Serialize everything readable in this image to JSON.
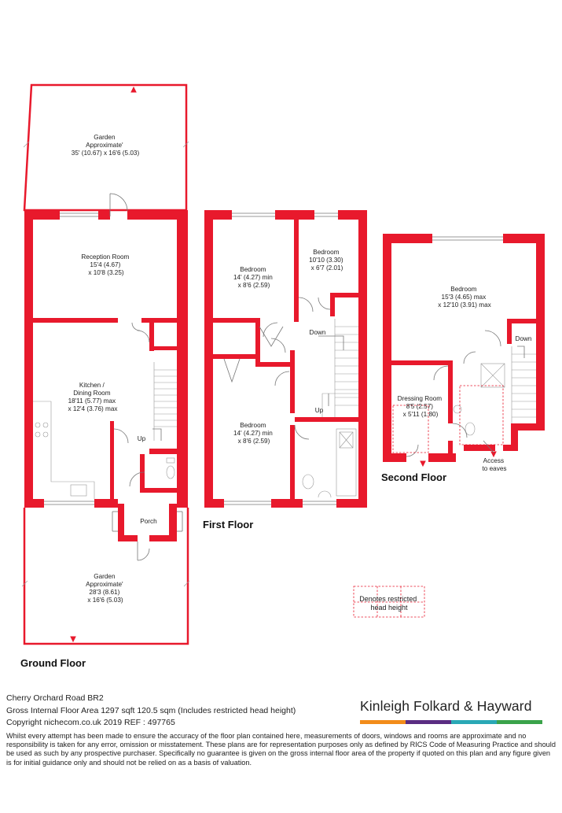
{
  "floors": {
    "ground": "Ground Floor",
    "first": "First Floor",
    "second": "Second Floor"
  },
  "rooms": {
    "garden_rear": [
      "Garden",
      "Approximate'",
      "35' (10.67) x 16'6 (5.03)"
    ],
    "reception": [
      "Reception Room",
      "15'4 (4.67)",
      "x 10'8 (3.25)"
    ],
    "kitchen": [
      "Kitchen /",
      "Dining Room",
      "18'11 (5.77) max",
      "x 12'4 (3.76) max"
    ],
    "up_ground": "Up",
    "porch": "Porch",
    "garden_front": [
      "Garden",
      "Approximate'",
      "28'3 (8.61)",
      "x 16'6 (5.03)"
    ],
    "bed_f1": [
      "Bedroom",
      "14' (4.27) min",
      "x 8'6 (2.59)"
    ],
    "bed_f2": [
      "Bedroom",
      "10'10 (3.30)",
      "x 6'7 (2.01)"
    ],
    "bed_f3": [
      "Bedroom",
      "14' (4.27) min",
      "x 8'6 (2.59)"
    ],
    "down_first": "Down",
    "up_first": "Up",
    "bed_s": [
      "Bedroom",
      "15'3 (4.65) max",
      "x 12'10 (3.91) max"
    ],
    "down_second": "Down",
    "dressing": [
      "Dressing Room",
      "8'5 (2.57)",
      "x 5'11 (1.80)"
    ],
    "eaves": [
      "Access",
      "to eaves"
    ],
    "restricted": [
      "Denotes restricted",
      "head height"
    ]
  },
  "footer": {
    "address": "Cherry Orchard Road BR2",
    "area": "Gross Internal Floor Area 1297 sqft 120.5 sqm (Includes restricted head height)",
    "copyright": "Copyright nichecom.co.uk 2019 REF : 497765",
    "disclaimer": "Whilst every attempt has been made to ensure the accuracy of the floor plan contained here, measurements of doors, windows and rooms are approximate and no responsibility is taken for any error, omission or misstatement.  These plans are for representation purposes only as defined by RICS Code of Measuring Practice and should be used as such by any prospective purchaser.  Specifically no guarantee is given on the gross internal floor area of the property if quoted on this plan and any figure given is for initial guidance only and should not be relied on as a basis of valuation.",
    "brand": "Kinleigh Folkard & Hayward",
    "brand_colors": [
      "#f28c1a",
      "#5a2d82",
      "#2aa8b5",
      "#3aa34a"
    ]
  },
  "colors": {
    "wall": "#e8192c"
  }
}
